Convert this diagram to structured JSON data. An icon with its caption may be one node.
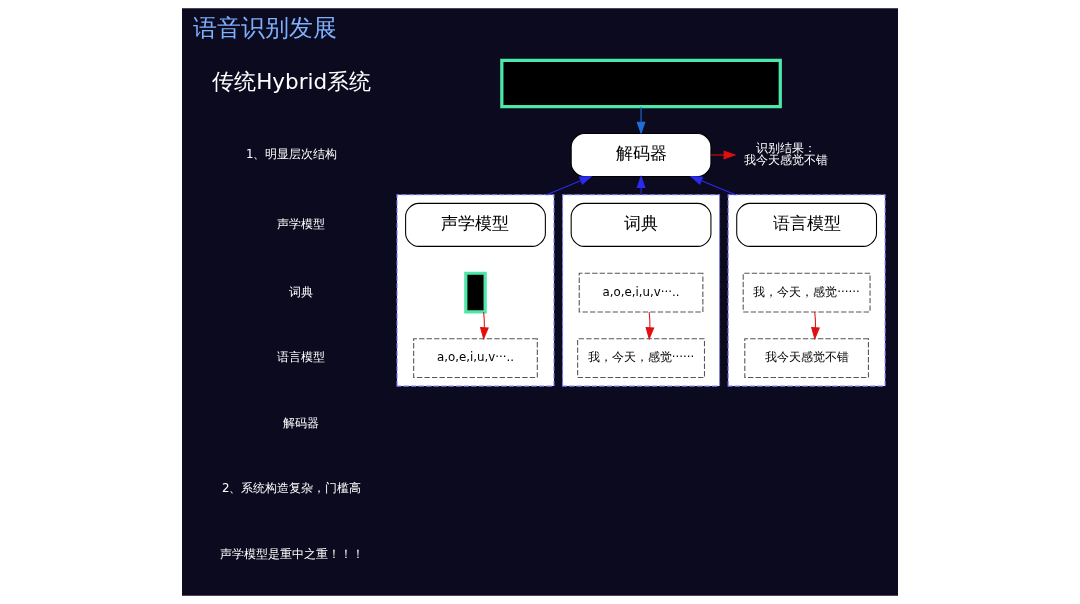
{
  "diagram": {
    "title": "语音识别发展",
    "nodes": [
      {
        "text": [],
        "shape": "box"
      },
      {
        "text": [
          "解码器"
        ]
      },
      {
        "text": [
          "识别结果：",
          "我今天感觉不错"
        ]
      },
      {
        "text": [],
        "shape": "box"
      },
      {
        "text": [
          "声学模型"
        ],
        "in": 3
      },
      {
        "text": [],
        "shape": "box",
        "in": 3
      },
      {
        "text": [
          "a,o,e,i,u,v···.."
        ],
        "in": 3
      },
      {
        "text": [],
        "shape": "box"
      },
      {
        "text": [
          "词典"
        ],
        "in": 7
      },
      {
        "text": [
          "a,o,e,i,u,v···.."
        ],
        "in": 7
      },
      {
        "text": [
          "我，今天，感觉······"
        ],
        "in": 7
      },
      {
        "text": [],
        "shape": "box"
      },
      {
        "text": [
          "语言模型"
        ],
        "in": 11
      },
      {
        "text": [
          "我，今天，感觉······"
        ],
        "in": 11
      },
      {
        "text": [
          "我今天感觉不错"
        ],
        "in": 11
      }
    ],
    "edges": [
      {
        "from": 0,
        "to": 1,
        "arrow": "to",
        "color": "#1e6fd9"
      },
      {
        "from": 1,
        "to": 2,
        "arrow": "to",
        "color": "#e01010"
      },
      {
        "from": 3,
        "to": 1,
        "arrow": "to",
        "color": "#2b2bf0"
      },
      {
        "from": 7,
        "to": 1,
        "arrow": "to",
        "color": "#2b2bf0"
      },
      {
        "from": 11,
        "to": 1,
        "arrow": "to",
        "color": "#2b2bf0"
      },
      {
        "from": 5,
        "to": 6,
        "arrow": "to",
        "color": "#e01010"
      },
      {
        "from": 9,
        "to": 10,
        "arrow": "to",
        "color": "#e01010"
      },
      {
        "from": 13,
        "to": 14,
        "arrow": "to",
        "color": "#e01010"
      }
    ],
    "labels": [
      "传统Hybrid系统",
      "1、明显层次结构",
      "声学模型",
      "词典",
      "语言模型",
      "解码器",
      "2、系统构造复杂，门槛高",
      "声学模型是重中之重！！！"
    ]
  }
}
